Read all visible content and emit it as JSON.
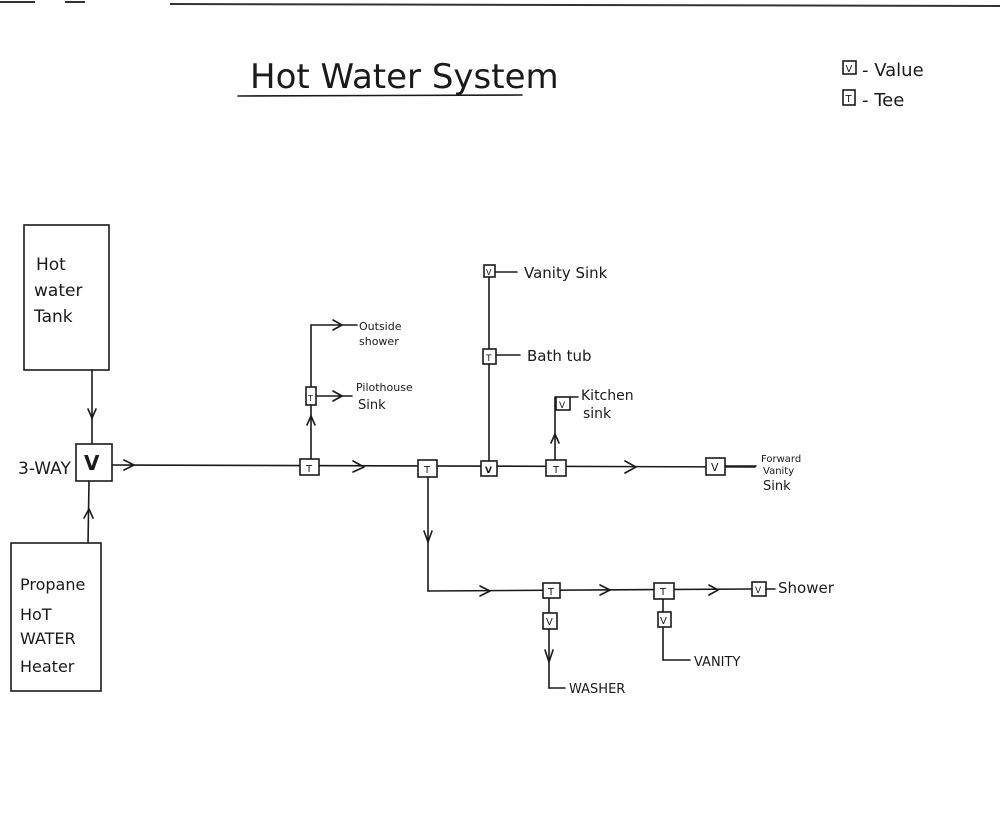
{
  "title": "Hot Water System",
  "legend": {
    "items": [
      {
        "symbol": "V",
        "label": "- Value"
      },
      {
        "symbol": "T",
        "label": "- Tee"
      }
    ]
  },
  "sources": {
    "tank": [
      "Hot",
      "water",
      "Tank"
    ],
    "heater": [
      "Propane",
      "HoT",
      "WATER",
      "Heater"
    ],
    "three_way_label": "3-WAY",
    "three_way_symbol": "V"
  },
  "fittings": {
    "tee": "T",
    "valve": "V"
  },
  "fixtures": {
    "outside_shower": [
      "Outside",
      "shower"
    ],
    "pilothouse_sink": [
      "Pilothouse",
      "Sink"
    ],
    "vanity_sink": "Vanity Sink",
    "bathtub": "Bath tub",
    "kitchen_sink": [
      "Kitchen",
      "sink"
    ],
    "forward_vanity_sink": [
      "Forward",
      "Vanity",
      "Sink"
    ],
    "shower": "Shower",
    "washer": "WASHER",
    "vanity": "VANITY"
  }
}
